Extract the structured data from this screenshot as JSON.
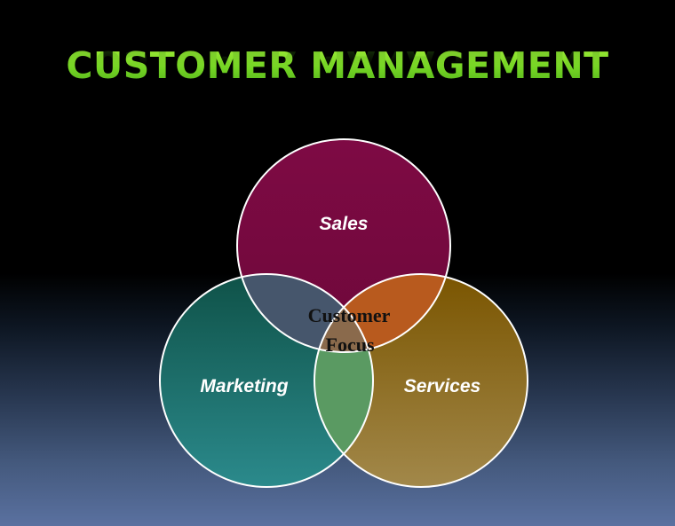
{
  "slide": {
    "title": "Customer Management"
  },
  "venn": {
    "center_label_line1": "Customer",
    "center_label_line2": "Focus",
    "sets": [
      {
        "label": "Sales",
        "color": "#7a0a3f"
      },
      {
        "label": "Marketing",
        "color": "#1a6b63"
      },
      {
        "label": "Services",
        "color": "#8f6a10"
      }
    ],
    "overlap_colors": {
      "sales_marketing": "#46556b",
      "sales_services": "#b85a1e",
      "marketing_services": "#5a9a62"
    },
    "outline_color": "#ffffff"
  }
}
